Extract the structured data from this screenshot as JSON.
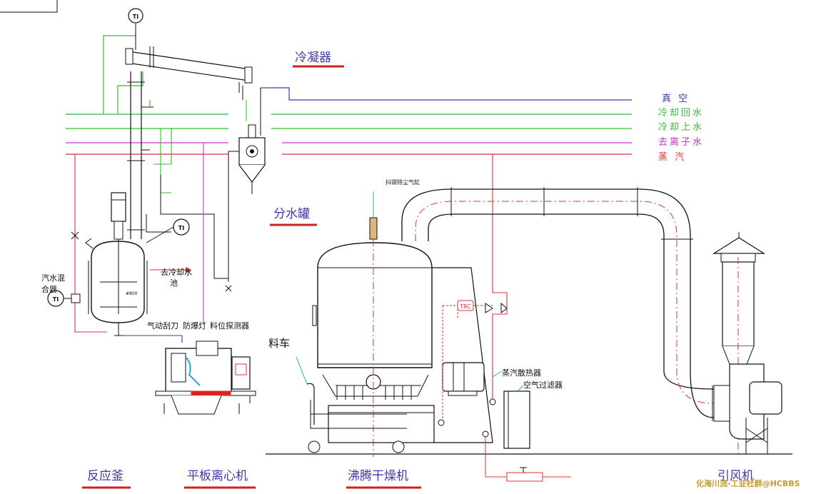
{
  "titles": {
    "condenser": "冷凝器",
    "water_separator": "分水罐",
    "reactor": "反应釜",
    "centrifuge": "平板离心机",
    "dryer": "沸腾干燥机",
    "fan": "引风机"
  },
  "legend": [
    {
      "text": "真 空",
      "color": "#3b3bb0"
    },
    {
      "text": "冷却回水",
      "color": "#33bb33"
    },
    {
      "text": "冷却上水",
      "color": "#33bb33"
    },
    {
      "text": "去离子水",
      "color": "#cc33cc"
    },
    {
      "text": "蒸  汽",
      "color": "#dd3333"
    }
  ],
  "annotations": {
    "water_mixer_line1": "汽水混",
    "water_mixer_line2": "合器",
    "to_cooling_pool_line1": "去冷却水",
    "to_cooling_pool_line2": "池",
    "pneumatic_scraper": "气动刮刀",
    "explosion_proof_lamp": "防爆灯",
    "level_detector": "料位探测器",
    "material_cart": "料车",
    "steam_radiator": "蒸汽散热器",
    "air_filter": "空气过滤器",
    "bag_shaker": "抖袋除尘气缸",
    "ti_1": "TI",
    "ti_2": "TI",
    "ti_3": "TI",
    "trc": "TRC",
    "reactor_spec": "#800"
  },
  "watermark": "化海川流-工业社群@HCBBS",
  "colors": {
    "vacuum": "#3b3bb0",
    "cooling_water": "#33bb33",
    "deionized_water": "#cc33cc",
    "steam": "#dd3333",
    "title_text": "#3d3aa8",
    "title_underline": "#cc2222",
    "equipment": "#111111",
    "cyan_leader": "#22aacc"
  }
}
